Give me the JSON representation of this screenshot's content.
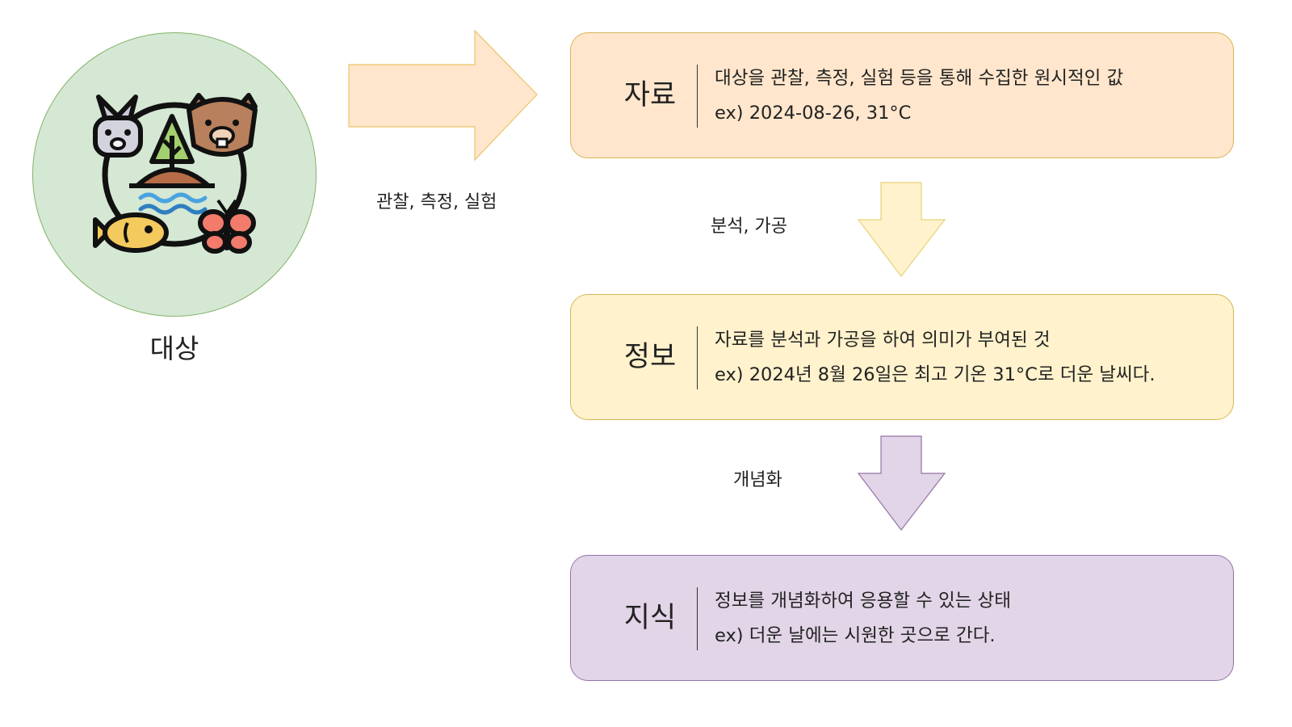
{
  "subject": {
    "label": "대상",
    "fill": "#d5e8d4",
    "stroke": "#82b366",
    "icon": "nature-animals-icon"
  },
  "arrows": {
    "observe": {
      "label": "관찰, 측정, 실험",
      "fill": "#ffe6cc",
      "stroke": "#e9c46a"
    },
    "analyze": {
      "label": "분석, 가공",
      "fill": "#fff2cc",
      "stroke": "#e6d27a"
    },
    "conceptualize": {
      "label": "개념화",
      "fill": "#e1d5e7",
      "stroke": "#9673a6"
    }
  },
  "boxes": [
    {
      "title": "자료",
      "description": "대상을 관찰, 측정, 실험 등을 통해 수집한 원시적인 값",
      "example": "ex) 2024-08-26, 31°C",
      "fill": "#ffe6cc",
      "stroke": "#d6b656"
    },
    {
      "title": "정보",
      "description": "자료를 분석과 가공을 하여 의미가 부여된 것",
      "example": "ex) 2024년 8월 26일은 최고 기온 31°C로 더운 날씨다.",
      "fill": "#fff2cc",
      "stroke": "#d6b656"
    },
    {
      "title": "지식",
      "description": "정보를 개념화하여 응용할 수 있는 상태",
      "example": "ex) 더운 날에는 시원한 곳으로 간다.",
      "fill": "#e1d5e7",
      "stroke": "#9673a6"
    }
  ]
}
